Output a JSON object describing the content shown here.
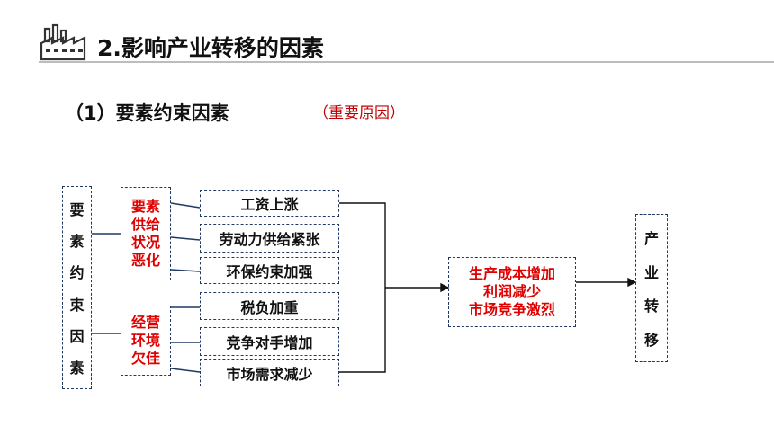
{
  "header": {
    "title": "2.影响产业转移的因素",
    "icon": "factory-icon"
  },
  "section": {
    "title": "（1）要素约束因素",
    "note": "（重要原因）"
  },
  "diagram": {
    "root_chars": [
      "要",
      "素",
      "约",
      "束",
      "因",
      "素"
    ],
    "group1": [
      "要素",
      "供给",
      "状况",
      "恶化"
    ],
    "group2": [
      "经营",
      "环境",
      "欠佳"
    ],
    "items": [
      "工资上涨",
      "劳动力供给紧张",
      "环保约束加强",
      "税负加重",
      "竞争对手增加",
      "市场需求减少"
    ],
    "result": [
      "生产成本增加",
      "利润减少",
      "市场竞争激烈"
    ],
    "outcome_chars": [
      "产",
      "业",
      "转",
      "移"
    ]
  },
  "colors": {
    "accent": "#e00000",
    "border": "#1f3864",
    "text": "#111111"
  }
}
